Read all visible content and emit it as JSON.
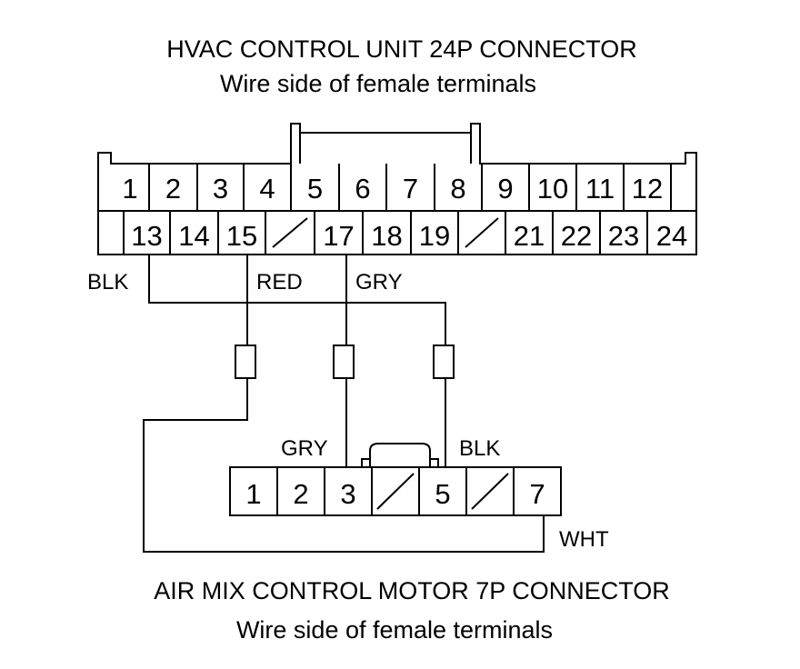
{
  "top_connector": {
    "title": "HVAC CONTROL UNIT 24P CONNECTOR",
    "subtitle": "Wire side of female terminals",
    "row1": [
      "1",
      "2",
      "3",
      "4",
      "5",
      "6",
      "7",
      "8",
      "9",
      "10",
      "11",
      "12"
    ],
    "row2": [
      "",
      "13",
      "14",
      "15",
      "/",
      "17",
      "18",
      "19",
      "/",
      "21",
      "22",
      "23",
      "24"
    ]
  },
  "wires": {
    "top_left": "BLK",
    "top_mid": "RED",
    "top_right": "GRY",
    "bottom_left": "GRY",
    "bottom_right": "BLK",
    "bottom_loop": "WHT"
  },
  "bottom_connector": {
    "title": "AIR MIX CONTROL MOTOR 7P CONNECTOR",
    "subtitle": "Wire side of female terminals",
    "cells": [
      "1",
      "2",
      "3",
      "/",
      "5",
      "/",
      "7"
    ]
  }
}
